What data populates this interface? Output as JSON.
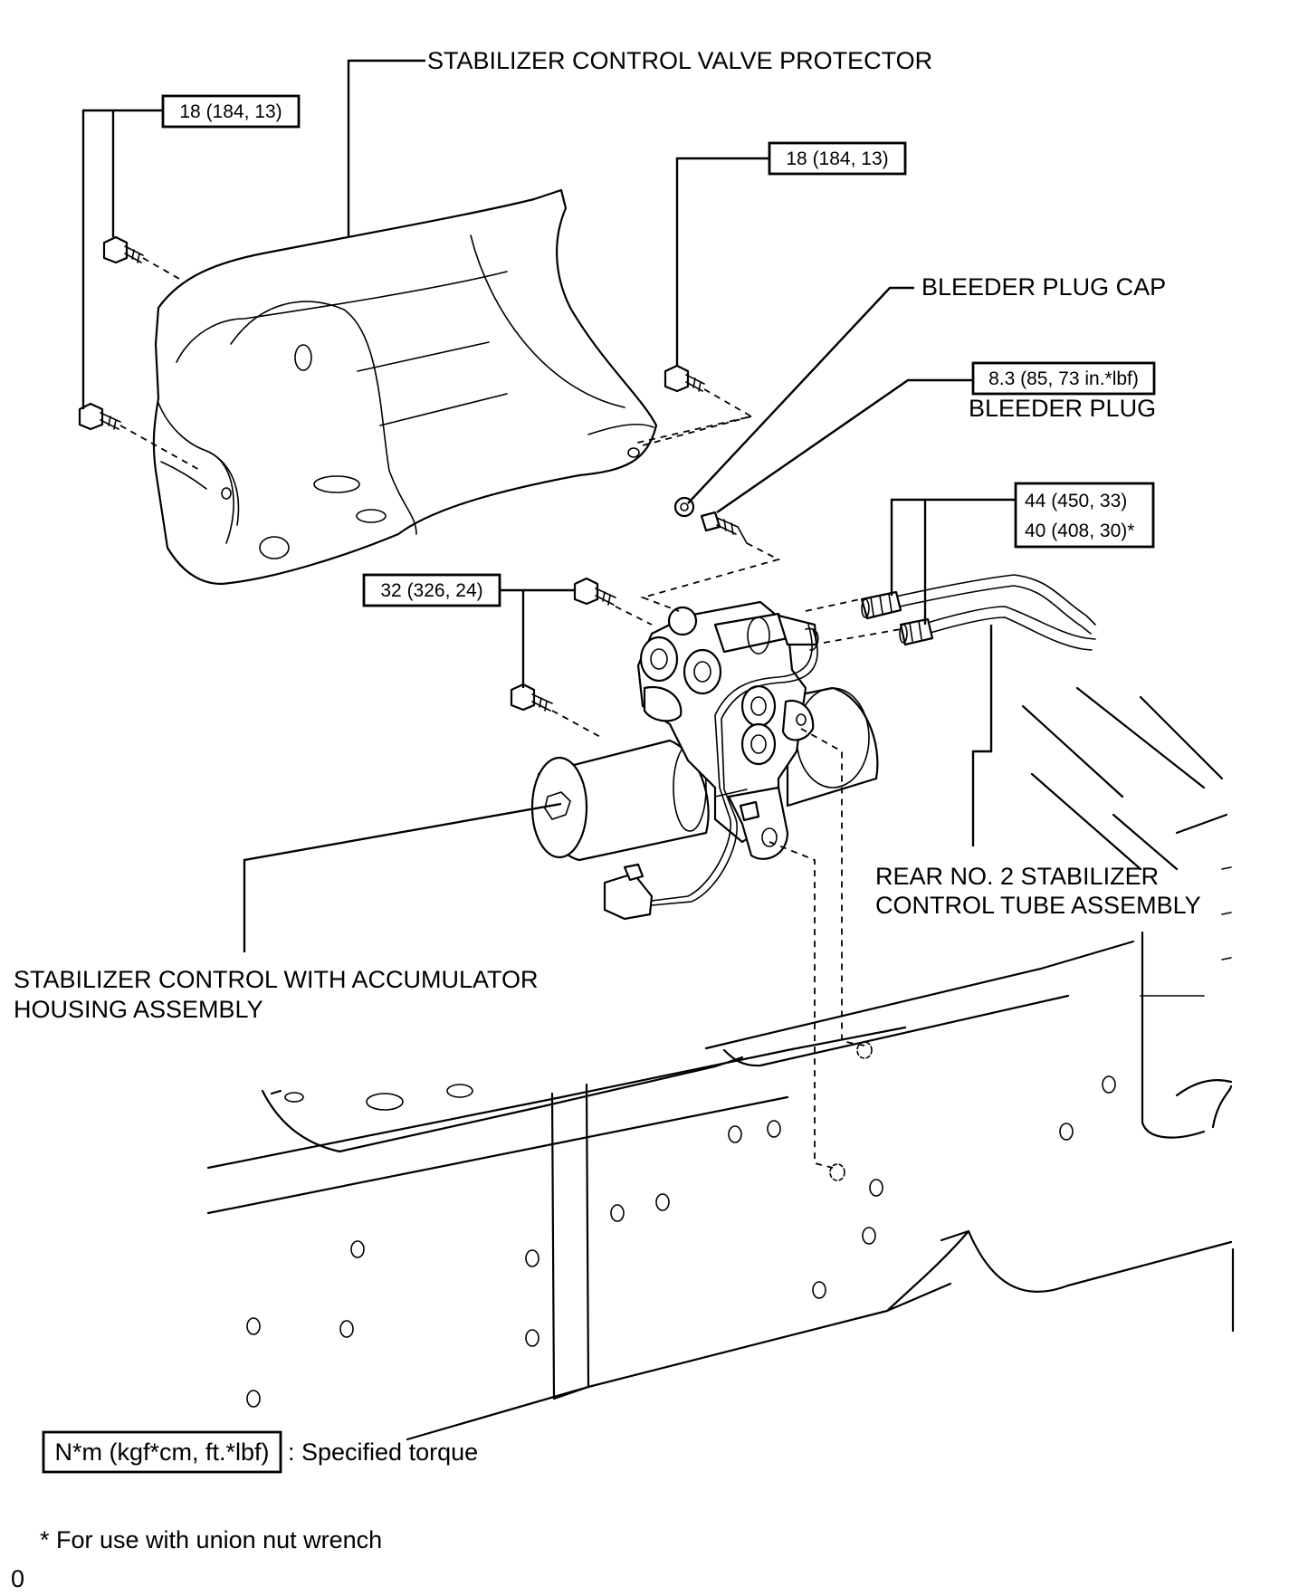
{
  "labels": {
    "protector": "STABILIZER CONTROL VALVE PROTECTOR",
    "bleeder_cap": "BLEEDER PLUG CAP",
    "bleeder_plug": "BLEEDER PLUG",
    "tube_line1": "REAR NO. 2 STABILIZER",
    "tube_line2": "CONTROL TUBE ASSEMBLY",
    "housing_line1": "STABILIZER CONTROL WITH ACCUMULATOR",
    "housing_line2": "HOUSING ASSEMBLY"
  },
  "torques": {
    "protector_left": "18 (184, 13)",
    "protector_right": "18 (184, 13)",
    "bleeder_plug": "8.3 (85, 73 in.*lbf)",
    "tube_line1": "44 (450, 33)",
    "tube_line2": "40 (408, 30)*",
    "housing_bolts": "32 (326, 24)"
  },
  "legend": {
    "unit_box": "N*m (kgf*cm, ft.*lbf)",
    "unit_desc": ": Specified torque",
    "footnote": "* For use with union nut wrench"
  },
  "corner_mark": "0"
}
